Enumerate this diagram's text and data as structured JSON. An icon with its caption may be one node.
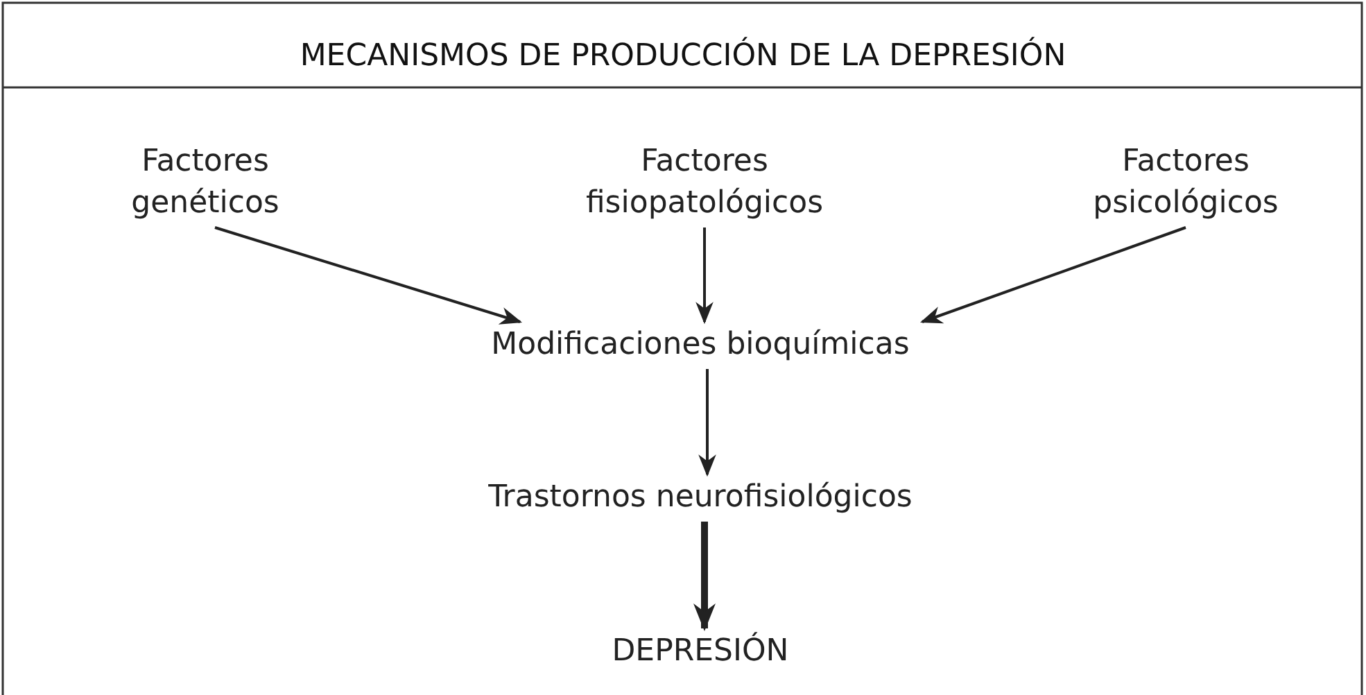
{
  "diagram": {
    "title": "MECANISMOS DE PRODUCCIÓN DE LA DEPRESIÓN",
    "nodes": [
      {
        "text": [
          "Factores genéticos"
        ]
      },
      {
        "text": [
          "Factores fisiopatológicos"
        ]
      },
      {
        "text": [
          "Factores psicológicos"
        ]
      },
      {
        "text": [
          "Modificaciones bioquímicas"
        ]
      },
      {
        "text": [
          "Trastornos neurofisiológicos"
        ]
      },
      {
        "text": [
          "DEPRESIÓN"
        ]
      }
    ],
    "edges": [
      {
        "from": 0,
        "to": 3,
        "arrow": "to"
      },
      {
        "from": 1,
        "to": 3,
        "arrow": "to"
      },
      {
        "from": 2,
        "to": 3,
        "arrow": "to"
      },
      {
        "from": 3,
        "to": 4,
        "arrow": "to"
      },
      {
        "from": 4,
        "to": 5,
        "arrow": "to",
        "style": "thick"
      }
    ]
  }
}
